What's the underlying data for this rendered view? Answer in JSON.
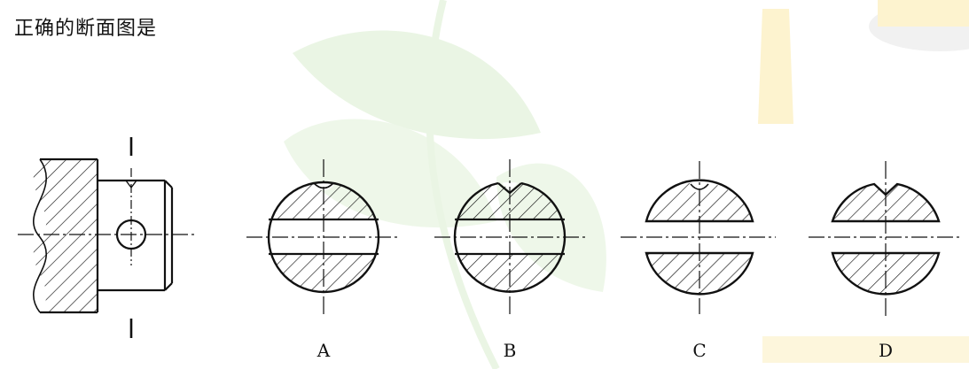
{
  "question": "正确的断面图是",
  "options": [
    "A",
    "B",
    "C",
    "D"
  ],
  "colors": {
    "ink": "#111111",
    "watermark_green": "#eaf5e4",
    "watermark_yellow": "#fdf3cf"
  }
}
